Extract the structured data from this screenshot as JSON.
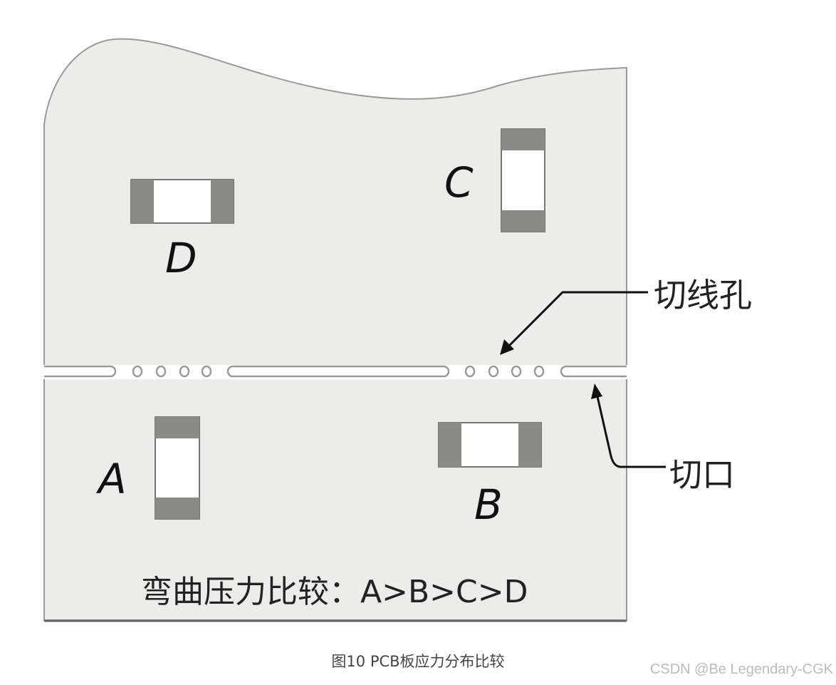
{
  "components": {
    "a": "A",
    "b": "B",
    "c": "C",
    "d": "D"
  },
  "callouts": {
    "cut_holes": "切线孔",
    "notch": "切口"
  },
  "comparison_text": "弯曲压力比较：A>B>C>D",
  "caption": "图10 PCB板应力分布比较",
  "watermark": "CSDN @Be Legendary-CGK",
  "colors": {
    "board": "#ececea",
    "outline": "#9a9a98",
    "pad": "#8a8a86",
    "body": "#ffffff"
  }
}
